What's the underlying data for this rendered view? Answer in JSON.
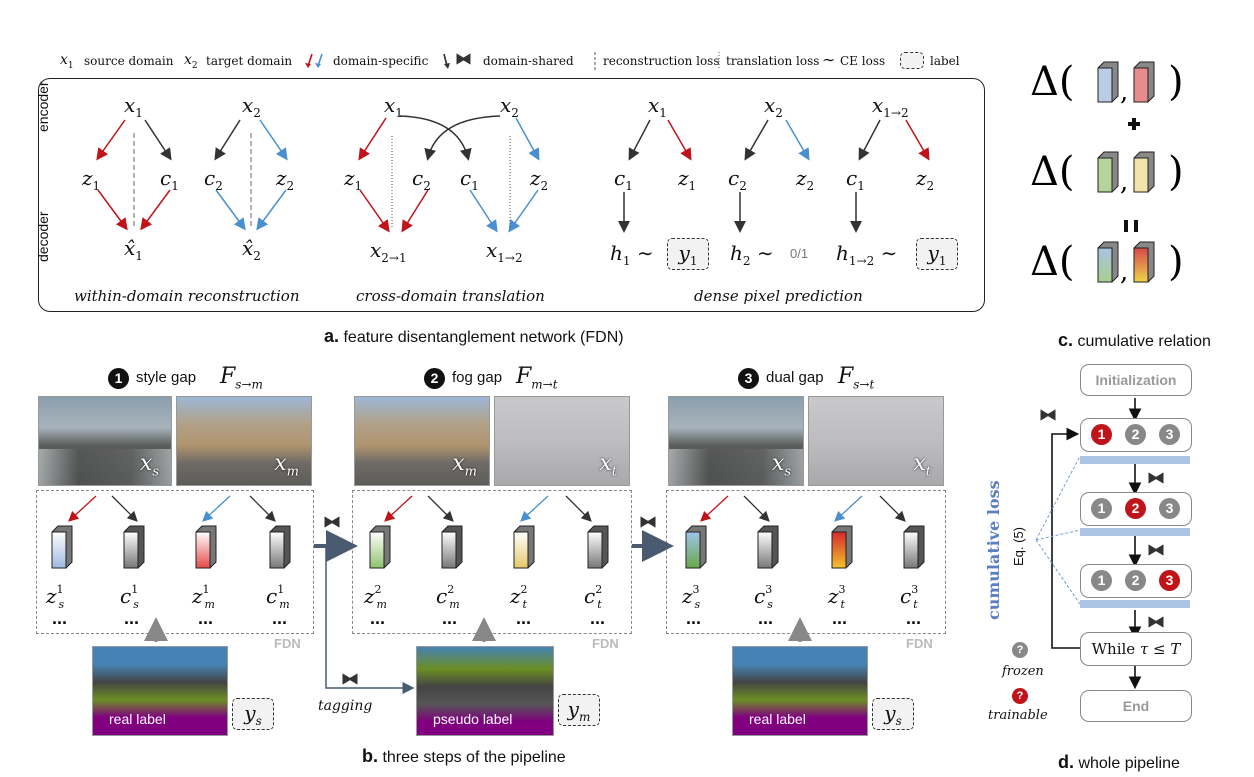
{
  "legend": {
    "source": "source domain",
    "target": "target domain",
    "specific": "domain-specific",
    "shared": "domain-shared",
    "recon": "reconstruction loss",
    "trans": "translation loss",
    "ce": "CE loss",
    "label": "label"
  },
  "panel_a": {
    "encoder": "encoder",
    "decoder": "decoder",
    "sub1": "within-domain reconstruction",
    "sub2": "cross-domain translation",
    "sub3": "dense pixel prediction",
    "binary": "0/1",
    "caption_letter": "a.",
    "caption": "feature disentanglement network (FDN)"
  },
  "panel_b": {
    "step1_num": "1",
    "step1": "style gap",
    "step2_num": "2",
    "step2": "fog gap",
    "step3_num": "3",
    "step3": "dual gap",
    "fdn": "FDN",
    "dots": "...",
    "tagging": "tagging",
    "real_label": "real label",
    "pseudo_label": "pseudo label",
    "caption_letter": "b.",
    "caption": "three steps of the pipeline"
  },
  "panel_c": {
    "caption_letter": "c.",
    "caption": "cumulative relation"
  },
  "panel_d": {
    "init": "Initialization",
    "while": "While",
    "end": "End",
    "loss": "cumulative loss",
    "eq": "Eq. (5)",
    "frozen": "frozen",
    "trainable": "trainable",
    "caption_letter": "d.",
    "caption": "whole pipeline",
    "n1": "1",
    "n2": "2",
    "n3": "3",
    "q": "?"
  },
  "colors": {
    "red": "#c0141b",
    "blue": "#4a90d0",
    "dark": "#333333",
    "label_bar": "#adc3e3"
  }
}
